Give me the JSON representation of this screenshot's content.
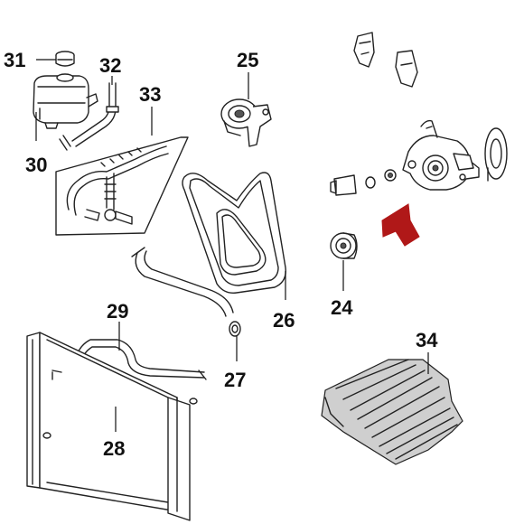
{
  "diagram": {
    "callouts": {
      "c24": "24",
      "c25": "25",
      "c26": "26",
      "c27": "27",
      "c28": "28",
      "c29": "29",
      "c30": "30",
      "c31": "31",
      "c32": "32",
      "c33": "33",
      "c34": "34"
    },
    "colors": {
      "arrow": "#b01818",
      "line": "#222222",
      "shade": "#cfcfcf"
    }
  }
}
